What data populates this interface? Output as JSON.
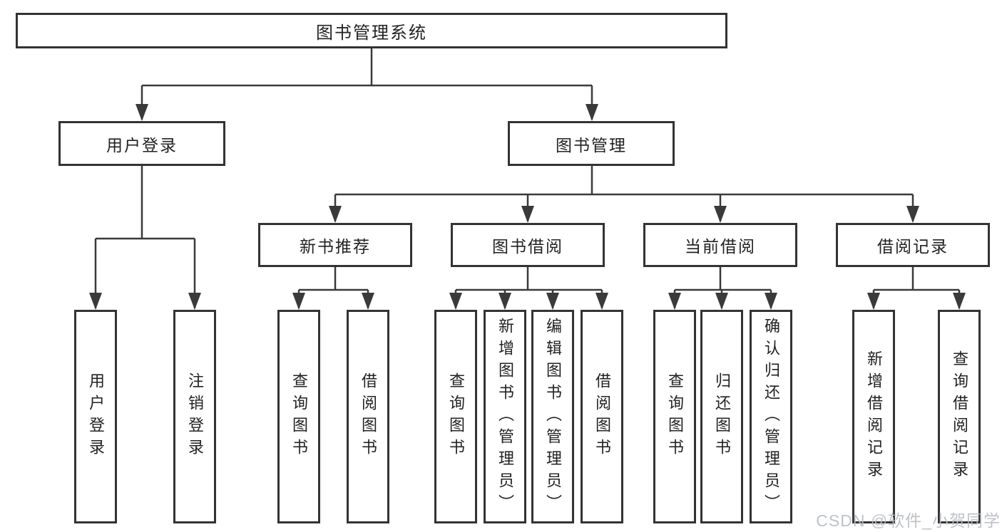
{
  "diagram": {
    "title": "图书管理系统",
    "watermark": "CSDN @软件_小贺同学",
    "colors": {
      "line": "#3a3a3a",
      "box_border": "#333333",
      "text": "#222222",
      "background": "#ffffff",
      "watermark": "#b8bcc2"
    },
    "nodes": {
      "root": {
        "label": "图书管理系统"
      },
      "user_login": {
        "label": "用户登录"
      },
      "book_mgmt": {
        "label": "图书管理"
      },
      "new_book": {
        "label": "新书推荐"
      },
      "book_borrow": {
        "label": "图书借阅"
      },
      "current_borrow": {
        "label": "当前借阅"
      },
      "borrow_record": {
        "label": "借阅记录"
      }
    },
    "leaves": [
      {
        "parent": "用户登录",
        "label": "用户登录"
      },
      {
        "parent": "用户登录",
        "label": "注销登录"
      },
      {
        "parent": "新书推荐",
        "label": "查询图书"
      },
      {
        "parent": "新书推荐",
        "label": "借阅图书"
      },
      {
        "parent": "图书借阅",
        "label": "查询图书"
      },
      {
        "parent": "图书借阅",
        "label": "新增图书（管理员）"
      },
      {
        "parent": "图书借阅",
        "label": "编辑图书（管理员）"
      },
      {
        "parent": "图书借阅",
        "label": "借阅图书"
      },
      {
        "parent": "当前借阅",
        "label": "查询图书"
      },
      {
        "parent": "当前借阅",
        "label": "归还图书"
      },
      {
        "parent": "当前借阅",
        "label": "确认归还（管理员）"
      },
      {
        "parent": "借阅记录",
        "label": "新增借阅记录"
      },
      {
        "parent": "借阅记录",
        "label": "查询借阅记录"
      }
    ]
  }
}
